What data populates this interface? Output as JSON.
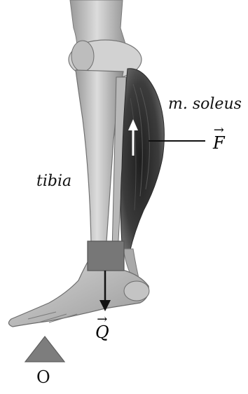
{
  "labels": {
    "muscle": "m. soleus",
    "bone": "tibia",
    "force_F": "F",
    "force_Q": "Q",
    "pivot": "O",
    "vector_arrow": "→"
  },
  "colors": {
    "bone": "#c9c9c9",
    "bone_shadow": "#8e8e8e",
    "muscle": "#3a3a3a",
    "box": "#777777",
    "pivot": "#7d7d7d",
    "arrow": "#111111"
  }
}
